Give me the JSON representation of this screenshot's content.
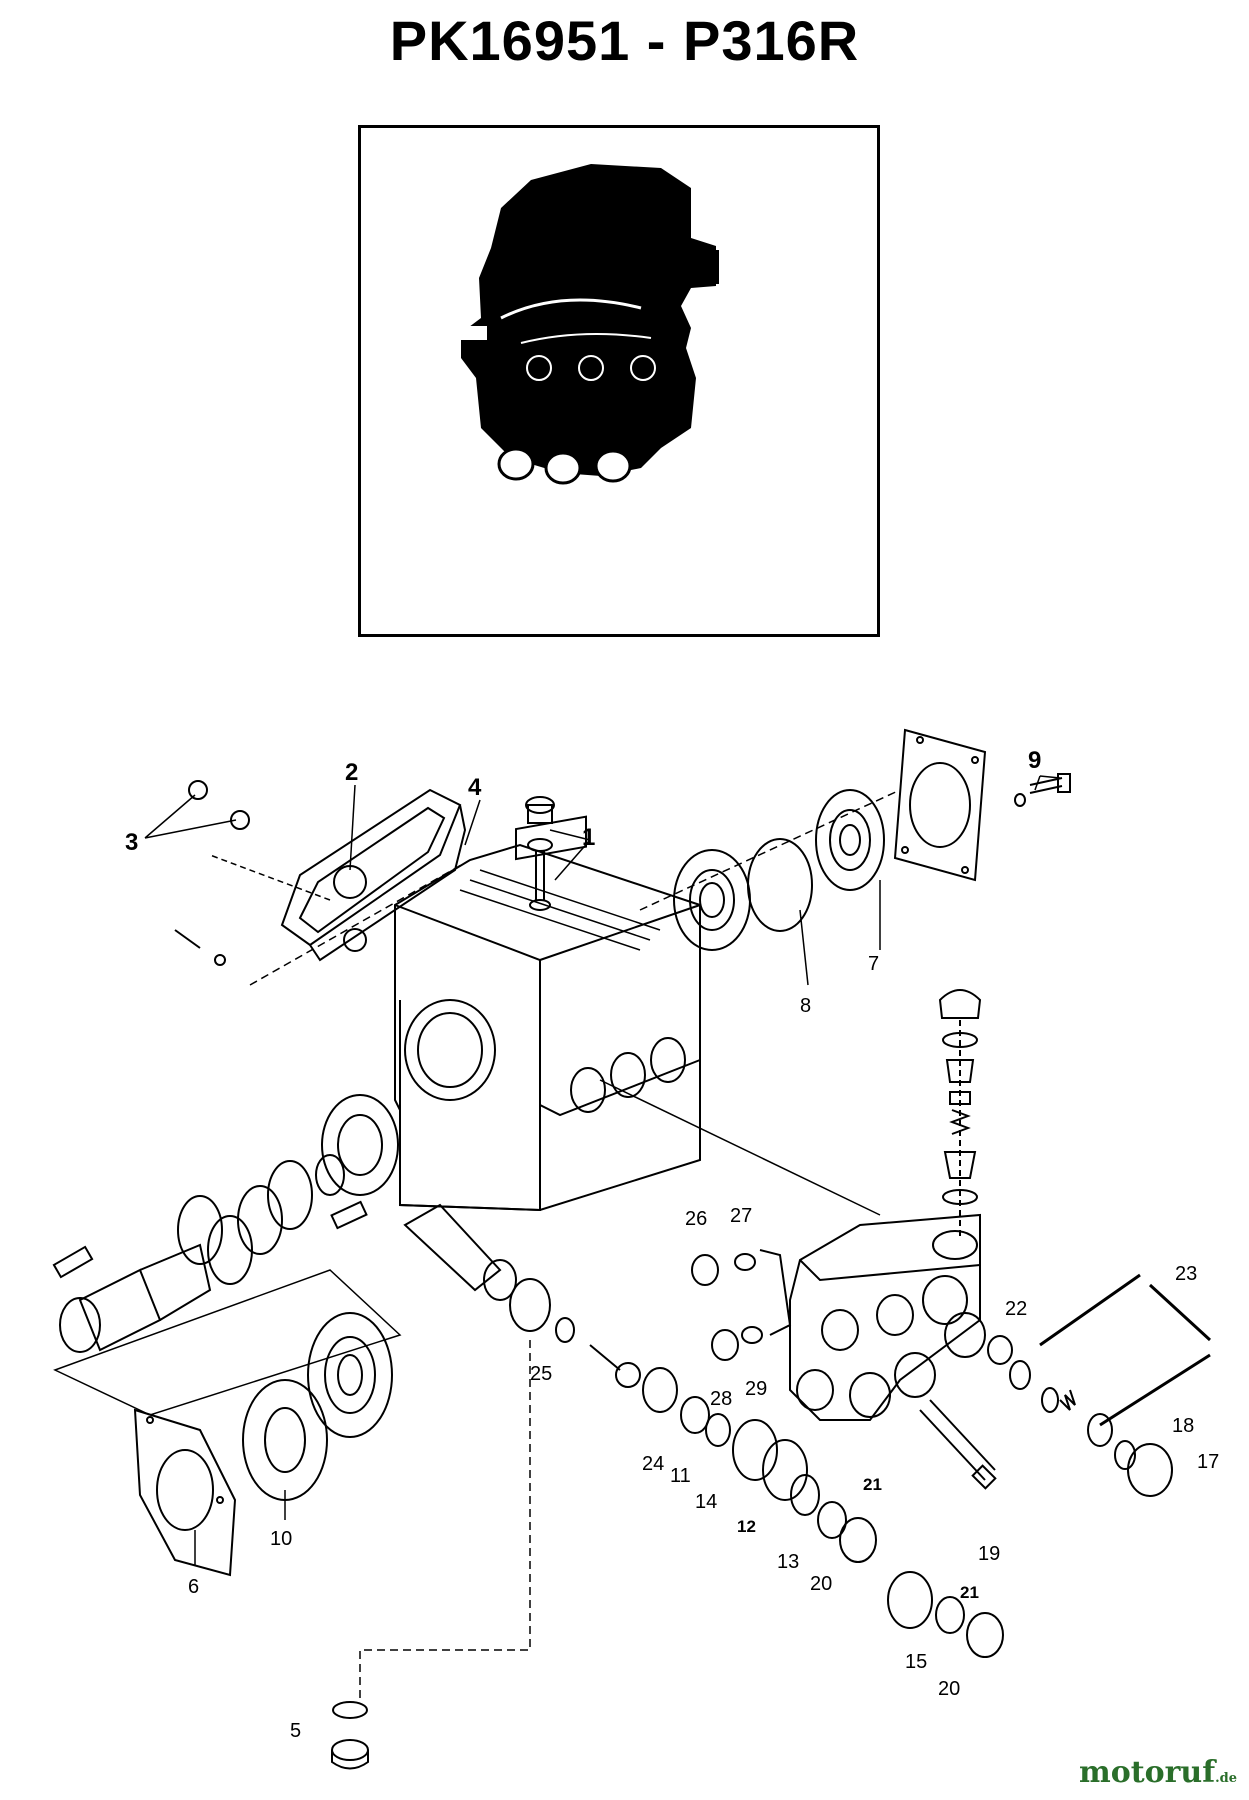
{
  "title": "PK16951 - P316R",
  "watermark": {
    "brand": "motoruf",
    "tld": ".de"
  },
  "labels": {
    "p1": "1",
    "p2": "2",
    "p3": "3",
    "p4": "4",
    "p5": "5",
    "p6": "6",
    "p7": "7",
    "p8": "8",
    "p9": "9",
    "p10": "10",
    "p11": "11",
    "p12": "12",
    "p13": "13",
    "p14": "14",
    "p15": "15",
    "p17": "17",
    "p18": "18",
    "p19": "19",
    "p20a": "20",
    "p20b": "20",
    "p21a": "21",
    "p21b": "21",
    "p22": "22",
    "p23": "23",
    "p24": "24",
    "p25": "25",
    "p26": "26",
    "p27": "27",
    "p28": "28",
    "p29": "29"
  }
}
